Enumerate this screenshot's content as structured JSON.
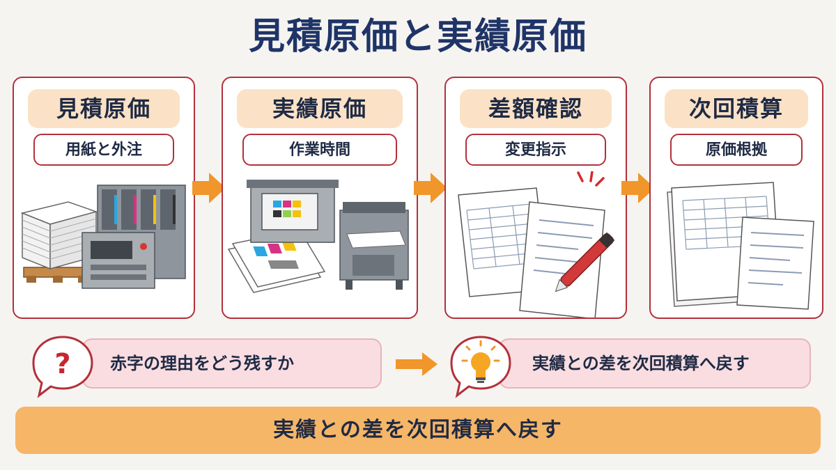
{
  "title": "見積原価と実績原価",
  "steps": [
    {
      "title": "見積原価",
      "subtitle": "用紙と外注"
    },
    {
      "title": "実績原価",
      "subtitle": "作業時間"
    },
    {
      "title": "差額確認",
      "subtitle": "変更指示"
    },
    {
      "title": "次回積算",
      "subtitle": "原価根拠"
    }
  ],
  "problem": {
    "icon": "question-mark-icon",
    "text": "赤字の理由をどう残すか"
  },
  "solution": {
    "icon": "lightbulb-icon",
    "text": "実績との差を次回積算へ戻す"
  },
  "banner": "実績との差を次回積算へ戻す",
  "colors": {
    "accent_red": "#b3303a",
    "arrow_orange": "#f0962a",
    "title_navy": "#1f3467",
    "banner_orange": "#f6b667"
  }
}
